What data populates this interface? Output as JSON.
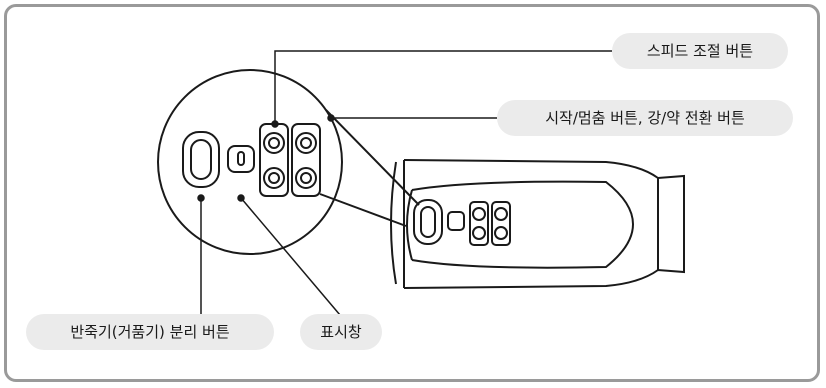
{
  "labels": {
    "speed": "스피드 조절 버튼",
    "start_stop": "시작/멈춤 버튼, 강/약 전환 버튼",
    "separate": "반죽기(거품기) 분리 버튼",
    "display": "표시창"
  },
  "colors": {
    "line": "#1a1a1a",
    "label_bg": "#ebebeb",
    "frame": "#9a9a9a"
  }
}
